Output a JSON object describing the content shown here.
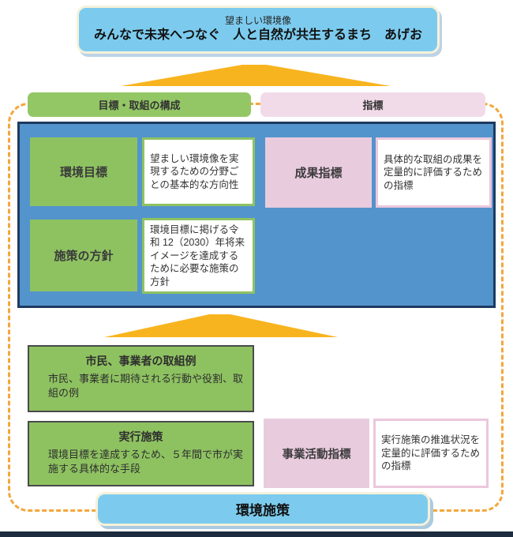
{
  "banner": {
    "subtitle": "望ましい環境像",
    "title": "みんなで未来へつなぐ　人と自然が共生するまち　あげお"
  },
  "headers": {
    "left": "目標・取組の構成",
    "right": "指標"
  },
  "panel": {
    "row1_label": "環境目標",
    "row1_desc": "望ましい環境像を実現するための分野ごとの基本的な方向性",
    "row1_indicator": "成果指標",
    "row1_indicator_desc": "具体的な取組の成果を定量的に評価するための指標",
    "row2_label": "施策の方針",
    "row2_desc": "環境目標に掲げる令和 12（2030）年将来イメージを達成するために必要な施策の方針"
  },
  "lower": {
    "citizens_title": "市民、事業者の取組例",
    "citizens_body": "市民、事業者に期待される行動や役割、取組の例",
    "jikko_title": "実行施策",
    "jikko_body": "環境目標を達成するため、５年間で市が実施する具体的な手段",
    "indicator_label": "事業活動指標",
    "indicator_desc": "実行施策の推進状況を定量的に評価するための指標"
  },
  "footer": {
    "label": "環境施策"
  },
  "colors": {
    "light_blue": "#7ccbee",
    "cream_border": "#f6f1da",
    "triangle_orange": "#f8b41f",
    "dashed_orange": "#f3a73c",
    "green": "#8ec261",
    "pink_label": "#e9cbde",
    "pink_header": "#f2dbe9",
    "blue_panel": "#5494cd",
    "navy_border": "#1d3a60",
    "bottom_bar": "#1d2c3e"
  }
}
